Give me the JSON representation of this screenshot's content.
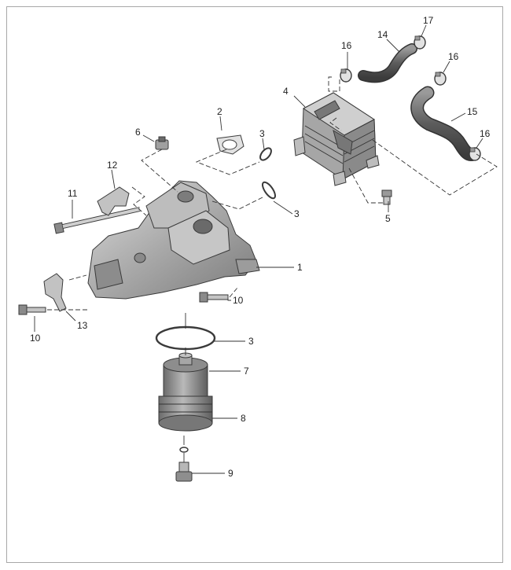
{
  "diagram": {
    "colors": {
      "part_light": "#d2d2d2",
      "part_mid": "#9e9e9e",
      "part_dark": "#6e6e6e",
      "line": "#333333",
      "frame": "#a8a8a8"
    },
    "callouts": [
      {
        "id": "c1",
        "label": "1"
      },
      {
        "id": "c2",
        "label": "2"
      },
      {
        "id": "c3a",
        "label": "3"
      },
      {
        "id": "c3b",
        "label": "3"
      },
      {
        "id": "c3c",
        "label": "3"
      },
      {
        "id": "c4",
        "label": "4"
      },
      {
        "id": "c5",
        "label": "5"
      },
      {
        "id": "c6",
        "label": "6"
      },
      {
        "id": "c7",
        "label": "7"
      },
      {
        "id": "c8",
        "label": "8"
      },
      {
        "id": "c9",
        "label": "9"
      },
      {
        "id": "c10a",
        "label": "10"
      },
      {
        "id": "c10b",
        "label": "10"
      },
      {
        "id": "c11",
        "label": "11"
      },
      {
        "id": "c12",
        "label": "12"
      },
      {
        "id": "c13",
        "label": "13"
      },
      {
        "id": "c14",
        "label": "14"
      },
      {
        "id": "c15",
        "label": "15"
      },
      {
        "id": "c16a",
        "label": "16"
      },
      {
        "id": "c16b",
        "label": "16"
      },
      {
        "id": "c16c",
        "label": "16"
      },
      {
        "id": "c17",
        "label": "17"
      }
    ]
  }
}
